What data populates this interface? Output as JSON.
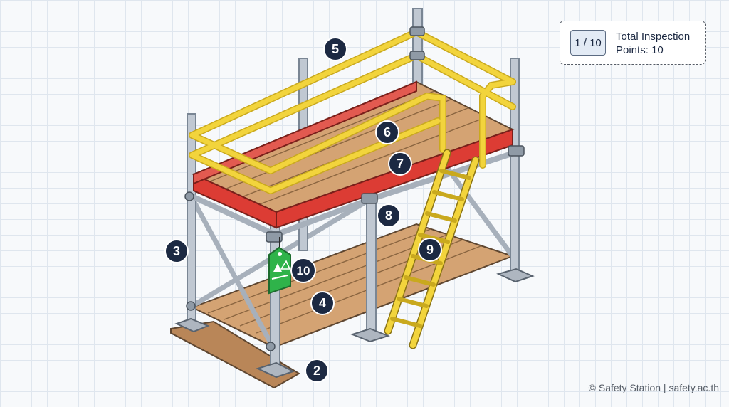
{
  "counter": {
    "current": "1",
    "total": "10",
    "label": "1 / 10"
  },
  "summary": {
    "line1": "Total Inspection",
    "line2": "Points: 10"
  },
  "markers": [
    {
      "id": "marker-2",
      "label": "2"
    },
    {
      "id": "marker-3",
      "label": "3"
    },
    {
      "id": "marker-4",
      "label": "4"
    },
    {
      "id": "marker-5",
      "label": "5"
    },
    {
      "id": "marker-6",
      "label": "6"
    },
    {
      "id": "marker-7",
      "label": "7"
    },
    {
      "id": "marker-8",
      "label": "8"
    },
    {
      "id": "marker-9",
      "label": "9"
    },
    {
      "id": "marker-10",
      "label": "10"
    }
  ],
  "footer": {
    "copyright": "© Safety Station | safety.ac.th"
  },
  "colors": {
    "frame": "#c0c8d2",
    "guardrail": "#f2d43c",
    "toeboard": "#dc3c34",
    "plank": "#d4a373",
    "ladder": "#f2d43c",
    "tag": "#2fb34a",
    "marker": "#1c2942"
  },
  "icons": [
    "inspection-tag-icon"
  ]
}
